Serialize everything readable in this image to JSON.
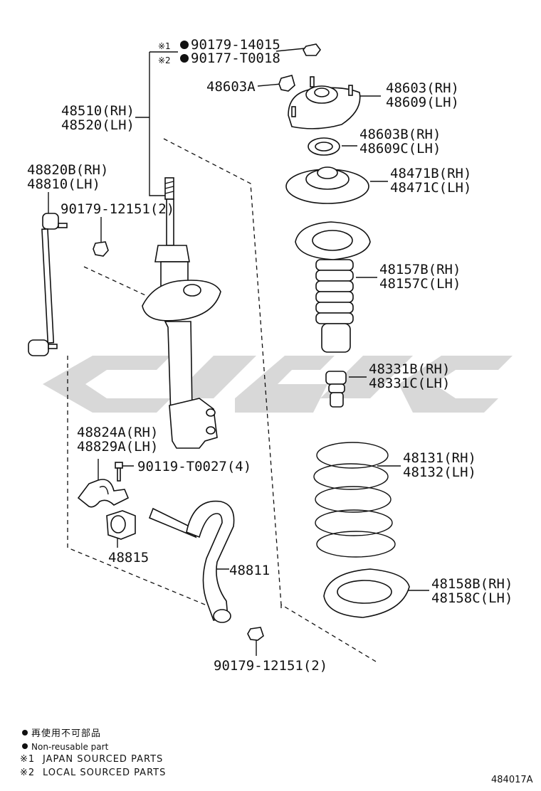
{
  "labels": {
    "note_prefix_1": "※1",
    "note_prefix_2": "※2",
    "p90179_14015": "90179-14015",
    "p90177_T0018": "90177-T0018",
    "p48603A": "48603A",
    "p48603_rh": "48603(RH)",
    "p48609_lh": "48609(LH)",
    "p48510_rh": "48510(RH)",
    "p48520_lh": "48520(LH)",
    "p48603B_rh": "48603B(RH)",
    "p48609C_lh": "48609C(LH)",
    "p48820B_rh": "48820B(RH)",
    "p48810_lh": "48810(LH)",
    "p48471B_rh": "48471B(RH)",
    "p48471C_lh": "48471C(LH)",
    "p90179_12151_top": "90179-12151(2)",
    "p48157B_rh": "48157B(RH)",
    "p48157C_lh": "48157C(LH)",
    "p48331B_rh": "48331B(RH)",
    "p48331C_lh": "48331C(LH)",
    "p48824A_rh": "48824A(RH)",
    "p48829A_lh": "48829A(LH)",
    "p90119_T0027": "90119-T0027(4)",
    "p48131_rh": "48131(RH)",
    "p48132_lh": "48132(LH)",
    "p48815": "48815",
    "p48811": "48811",
    "p48158B_rh": "48158B(RH)",
    "p48158C_lh": "48158C(LH)",
    "p90179_12151_bottom": "90179-12151(2)"
  },
  "legend": {
    "line1": "再使用不可部品",
    "line2": "Non-reusable part",
    "line3_prefix": "※1",
    "line3": "JAPAN SOURCED PARTS",
    "line4_prefix": "※2",
    "line4": "LOCAL SOURCED PARTS"
  },
  "figure_id": "484017A"
}
